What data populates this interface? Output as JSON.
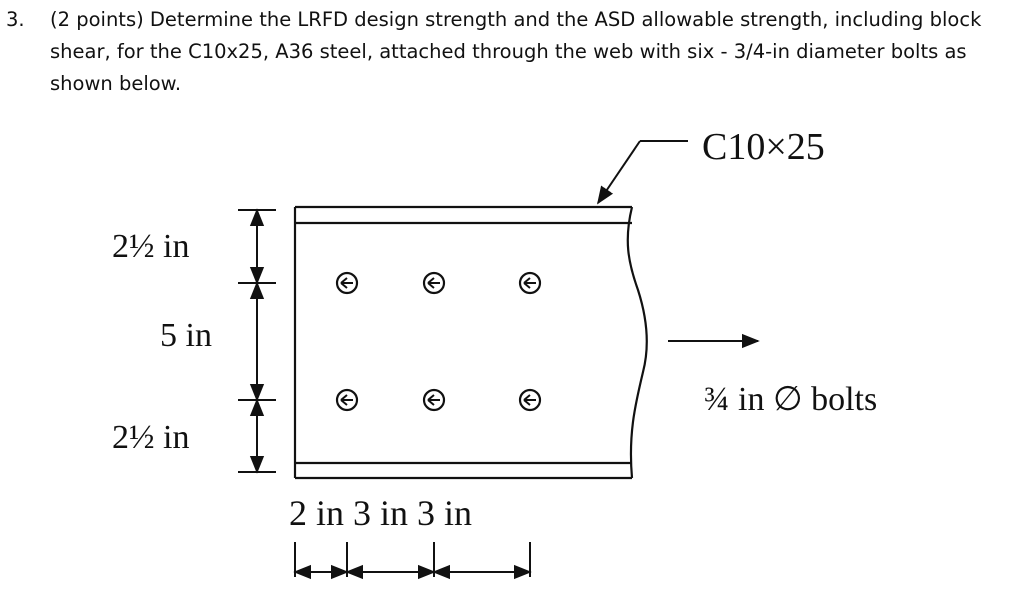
{
  "question": {
    "number": "3.",
    "text": "(2 points) Determine the LRFD design strength and the ASD allowable strength, including block shear, for the C10x25, A36 steel, attached through the web with six - 3/4-in diameter bolts as shown below."
  },
  "figure": {
    "section_label": "C10×25",
    "dim_top": "2½ in",
    "dim_middle": "5 in",
    "dim_bottom": "2½ in",
    "bolt_label": "¾ in ∅ bolts",
    "dim_horizontal": "2 in 3 in 3 in",
    "bolt_rows": 2,
    "bolt_columns": 3
  }
}
